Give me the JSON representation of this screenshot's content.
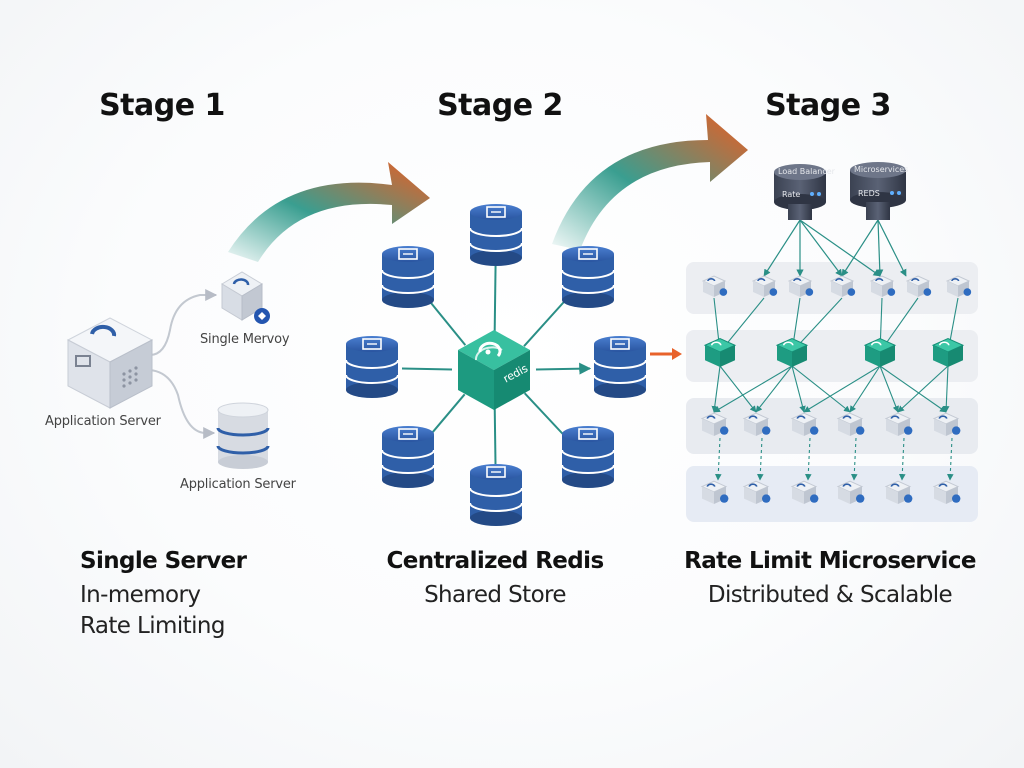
{
  "stages": [
    {
      "title": "Stage 1",
      "caption_title": "Single Server",
      "caption_lines": [
        "In-memory",
        "Rate Limiting"
      ],
      "nodes": {
        "app_server_label": "Application Server",
        "memory_label": "Single Mervoy",
        "db_label": "Application Server"
      }
    },
    {
      "title": "Stage 2",
      "caption_title": "Centralized Redis",
      "caption_lines": [
        "Shared Store"
      ],
      "nodes": {
        "hub_label": "redis"
      }
    },
    {
      "title": "Stage 3",
      "caption_title": "Rate Limit Microservice",
      "caption_lines": [
        "Distributed & Scalable"
      ],
      "nodes": {
        "top_left_title": "Load Balancer",
        "top_left_sub": "Rate",
        "top_right_title": "Microservices",
        "top_right_sub": "REDS"
      }
    }
  ],
  "colors": {
    "accent_orange": "#e8622a",
    "teal": "#2a9d8f",
    "db_blue": "#2f5fa8",
    "hub_green": "#1f9e84"
  }
}
